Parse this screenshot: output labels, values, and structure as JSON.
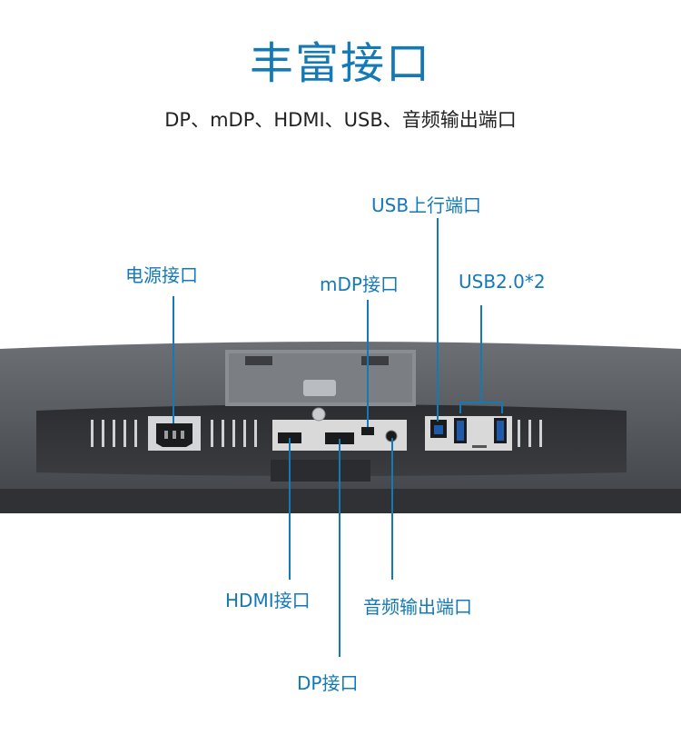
{
  "header": {
    "title": "丰富接口",
    "subtitle": "DP、mDP、HDMI、USB、音频输出端口"
  },
  "labels": {
    "power": "电源接口",
    "mdp": "mDP接口",
    "usb_up": "USB上行端口",
    "usb2": "USB2.0*2",
    "hdmi": "HDMI接口",
    "audio": "音频输出端口",
    "dp": "DP接口"
  },
  "colors": {
    "accent": "#1479b7",
    "monitor_body": "#4a4d52",
    "port_panel": "#d9d9d9"
  }
}
